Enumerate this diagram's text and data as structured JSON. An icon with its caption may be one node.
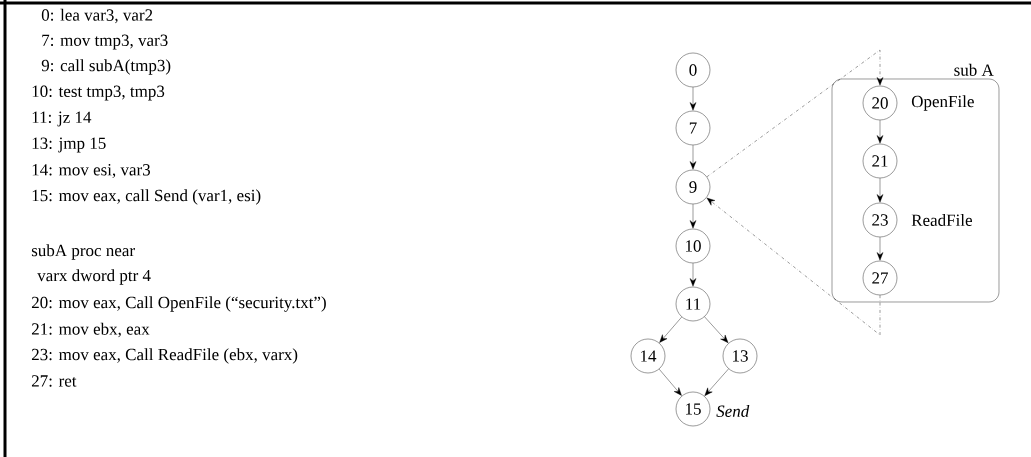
{
  "diagram": {
    "nodes": [
      {
        "text": [
          "0"
        ]
      },
      {
        "text": [
          "7"
        ]
      },
      {
        "text": [
          "9"
        ]
      },
      {
        "text": [
          "10"
        ]
      },
      {
        "text": [
          "11"
        ]
      },
      {
        "text": [
          "14"
        ]
      },
      {
        "text": [
          "13"
        ]
      },
      {
        "text": [
          "15"
        ],
        "beside": [
          "Send"
        ]
      },
      {
        "text": [
          "sub A"
        ]
      },
      {
        "text": [
          "20"
        ],
        "in": 8,
        "beside": [
          "OpenFile"
        ]
      },
      {
        "text": [
          "21"
        ],
        "in": 8
      },
      {
        "text": [
          "23"
        ],
        "in": 8,
        "beside": [
          "ReadFile"
        ]
      },
      {
        "text": [
          "27"
        ],
        "in": 8
      }
    ],
    "edges": [
      {
        "from": 0,
        "to": 1,
        "arrow": "to"
      },
      {
        "from": 1,
        "to": 2,
        "arrow": "to"
      },
      {
        "from": 2,
        "to": 3,
        "arrow": "to"
      },
      {
        "from": 3,
        "to": 4,
        "arrow": "to"
      },
      {
        "from": 4,
        "to": 5,
        "arrow": "to"
      },
      {
        "from": 4,
        "to": 6,
        "arrow": "to"
      },
      {
        "from": 5,
        "to": 7,
        "arrow": "to"
      },
      {
        "from": 6,
        "to": 7,
        "arrow": "to"
      },
      {
        "from": 9,
        "to": 10,
        "arrow": "to"
      },
      {
        "from": 10,
        "to": 11,
        "arrow": "to"
      },
      {
        "from": 11,
        "to": 12,
        "arrow": "to"
      },
      {
        "from": 2,
        "to": 9,
        "arrow": "to",
        "style": "dashed"
      },
      {
        "from": 12,
        "to": 2,
        "arrow": "to",
        "style": "dashed"
      }
    ],
    "labels": [
      "0: lea var3, var2",
      "7: mov tmp3, var3",
      "9: call subA(tmp3)",
      "10: test tmp3, tmp3",
      "11: jz 14",
      "13: jmp 15",
      "14: mov esi, var3",
      "15: mov eax, call Send (var1, esi)",
      "subA proc near",
      "varx dword ptr 4",
      "20: mov eax, Call OpenFile (“security.txt”)",
      "21: mov ebx, eax",
      "23: mov eax, Call ReadFile (ebx, varx)",
      "27: ret"
    ]
  }
}
